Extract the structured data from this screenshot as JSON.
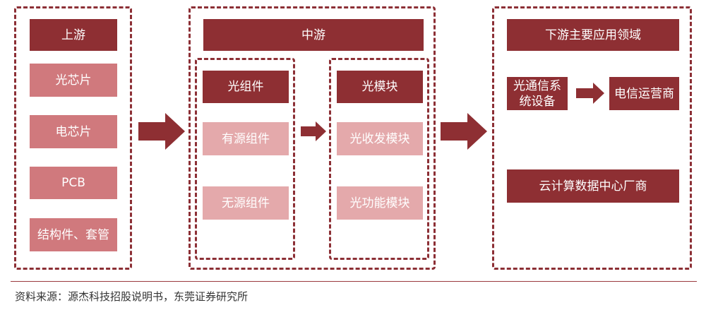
{
  "upstream": {
    "header": "上游",
    "items": [
      "光芯片",
      "电芯片",
      "PCB",
      "结构件、套管"
    ]
  },
  "midstream": {
    "header": "中游",
    "components": {
      "header": "光组件",
      "items": [
        "有源组件",
        "无源组件"
      ]
    },
    "modules": {
      "header": "光模块",
      "items": [
        "光收发模块",
        "光功能模块"
      ]
    }
  },
  "downstream": {
    "header": "下游主要应用领域",
    "equipment": "光通信系统设备",
    "telecom": "电信运营商",
    "cloud": "云计算数据中心厂商"
  },
  "source_note": "资料来源：源杰科技招股说明书，东莞证券研究所",
  "colors": {
    "dark": "#8e2f33",
    "mid": "#d0797d",
    "light": "#e4a9ab",
    "border": "#8c2f35"
  }
}
